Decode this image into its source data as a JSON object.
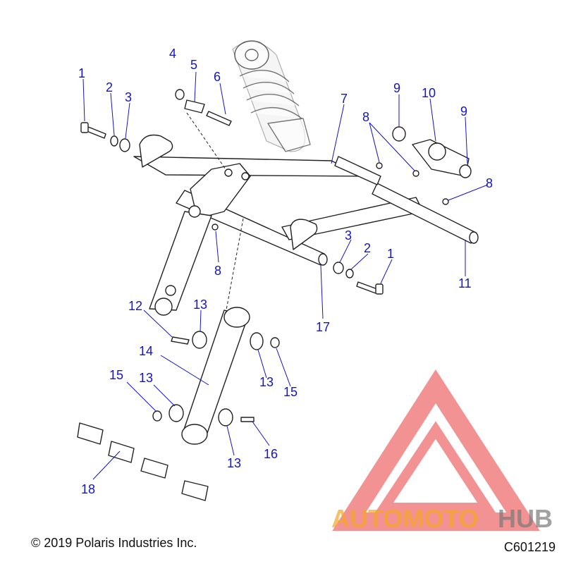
{
  "callouts": {
    "c1a": "1",
    "c2a": "2",
    "c3a": "3",
    "c4": "4",
    "c5": "5",
    "c6": "6",
    "c7": "7",
    "c8a": "8",
    "c9a": "9",
    "c10": "10",
    "c9b": "9",
    "c8b": "8",
    "c3b": "3",
    "c2b": "2",
    "c1b": "1",
    "c11": "11",
    "c8c": "8",
    "c17": "17",
    "c12": "12",
    "c13a": "13",
    "c14": "14",
    "c13b": "13",
    "c15a": "15",
    "c15b": "15",
    "c13c": "13",
    "c16": "16",
    "c13d": "13",
    "c18": "18"
  },
  "footer": {
    "copyright": "© 2019 Polaris Industries Inc.",
    "diagram_code": "C601219"
  },
  "watermark": {
    "word_part1": "AUTOMOTO",
    "word_part2": "HUB",
    "color_logo": "#e83a3a",
    "color_text1": "#f5a623",
    "color_text2": "#7a7a7a"
  },
  "colors": {
    "callout": "#1414c8",
    "line": "#222222"
  }
}
